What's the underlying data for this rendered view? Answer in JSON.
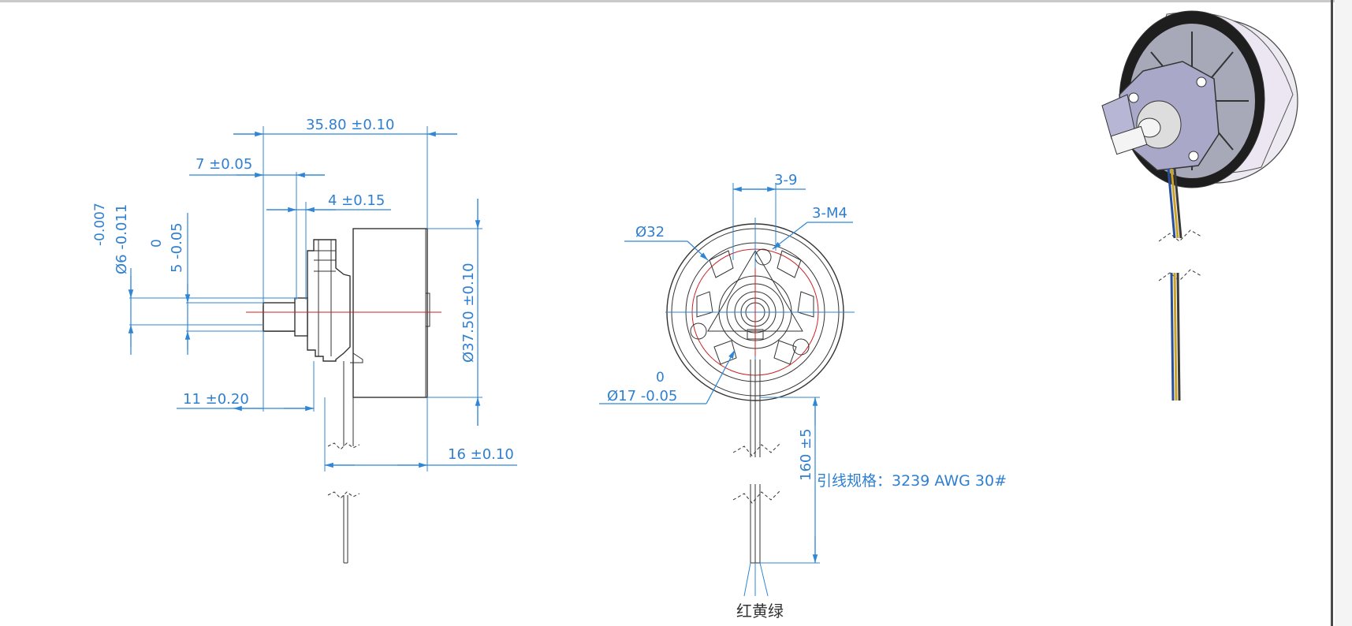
{
  "side_view": {
    "dim_length_total": "35.80 ±0.10",
    "dim_shaft_step": "7 ±0.05",
    "dim_hub": "4 ±0.15",
    "dim_shaft_dia_tol_upper": "-0.007",
    "dim_shaft_dia": "Ø6 -0.011",
    "dim_flat_tol_upper": "0",
    "dim_flat": "5 -0.05",
    "dim_body_dia": "Ø37.50 ±0.10",
    "dim_shaft_len": "11 ±0.20",
    "dim_body_len": "16 ±0.10"
  },
  "front_view": {
    "dim_hole_pattern": "3-9",
    "dim_thread": "3-M4",
    "dim_circle": "Ø32",
    "dim_bore_tol_upper": "0",
    "dim_bore": "Ø17 -0.05",
    "dim_lead_len": "160 ±5",
    "lead_spec": "引线规格：3239 AWG 30#",
    "wire_colors": "红黄绿"
  },
  "iso_view": {
    "colors": {
      "housing": "#eeeaf2",
      "rotor": "#2a2a2a",
      "mount": "#a9a8c8",
      "wire1": "#2a4f9a",
      "wire2": "#c9a227",
      "wire3": "#3a3a3a"
    }
  }
}
